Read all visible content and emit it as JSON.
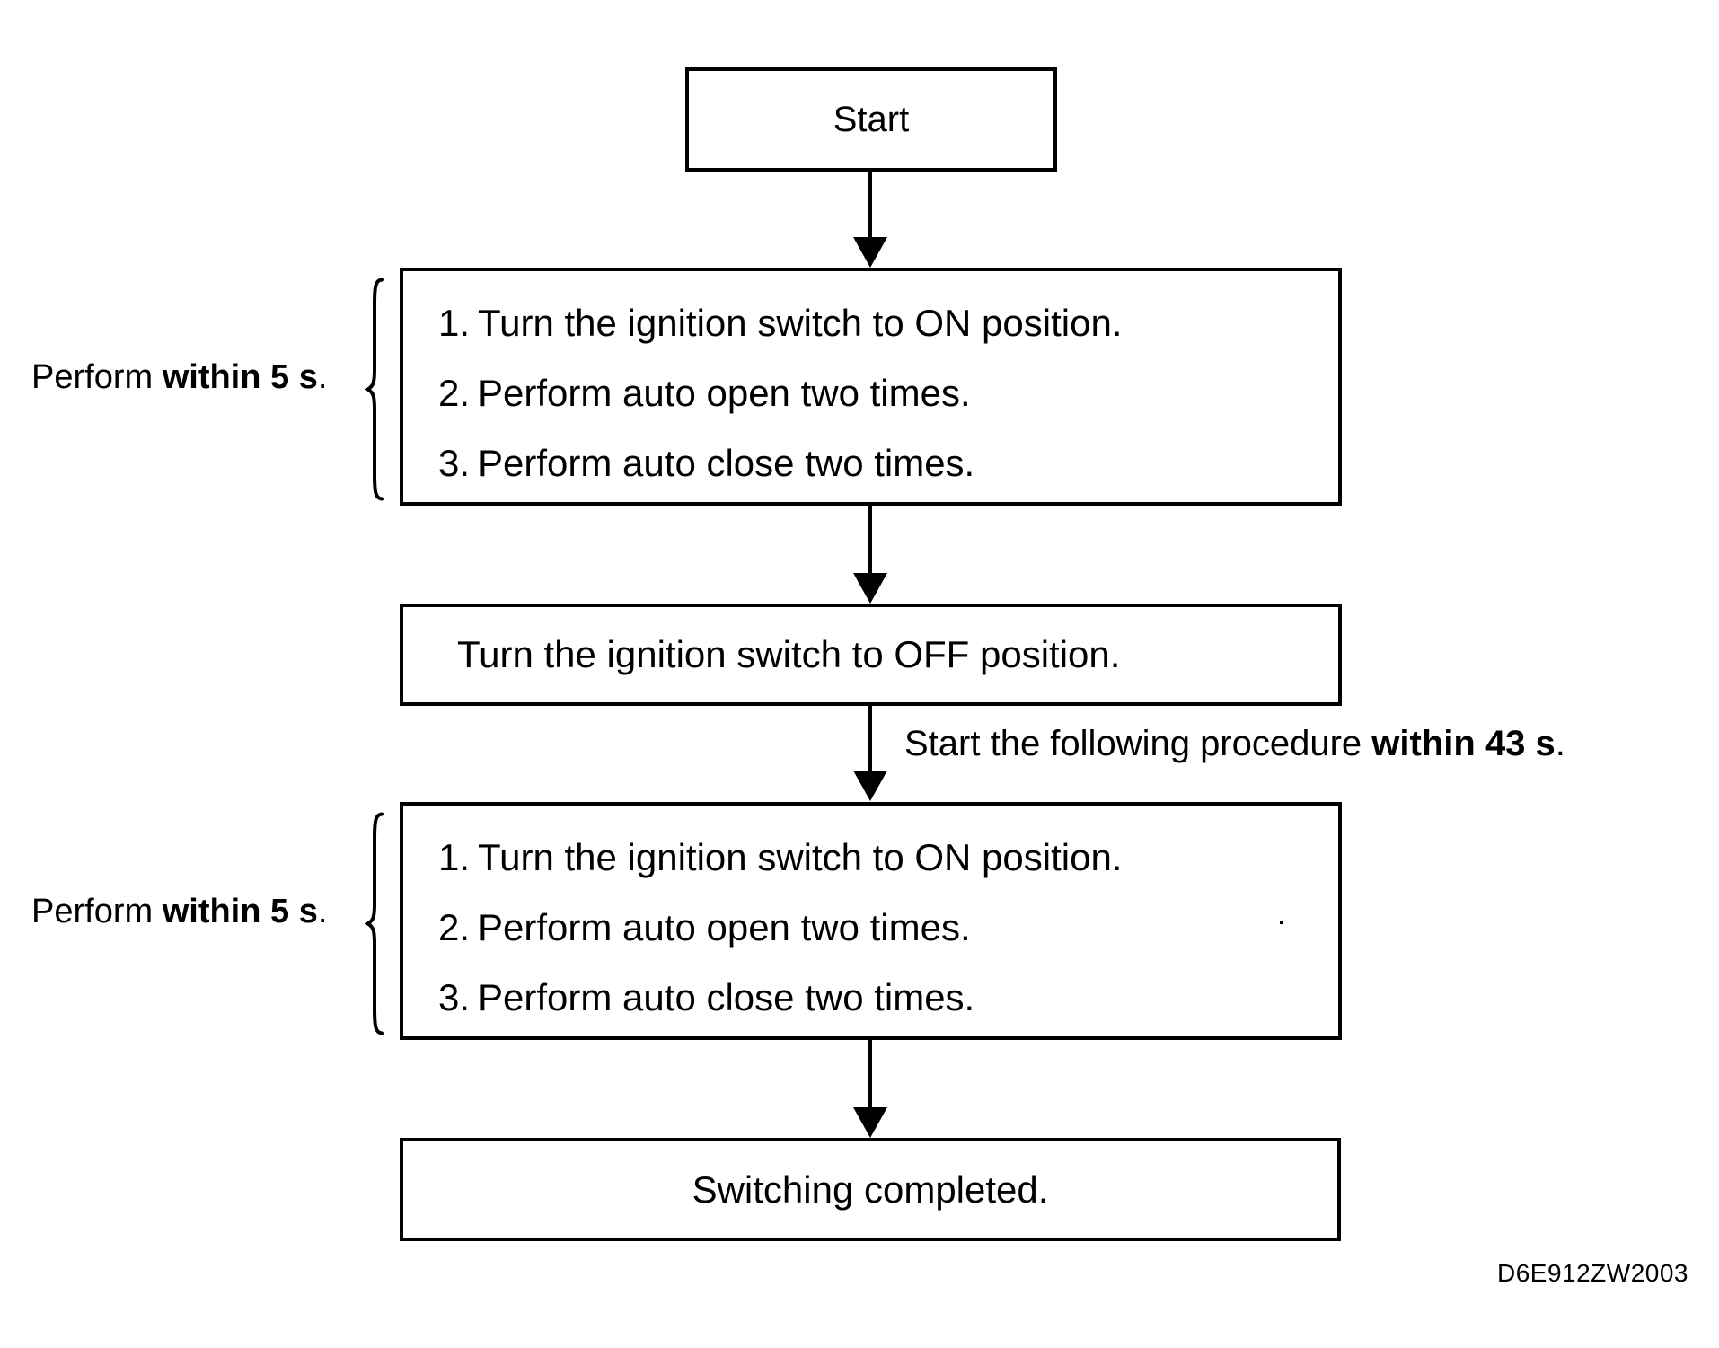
{
  "page": {
    "background_color": "#ffffff",
    "ink_color": "#000000",
    "figure_code": "D6E912ZW2003"
  },
  "flowchart": {
    "start_node": {
      "label": "Start"
    },
    "step_box_1": {
      "items": [
        {
          "num": "1.",
          "text": "Turn the ignition switch to ON position."
        },
        {
          "num": "2.",
          "text": "Perform auto open two times."
        },
        {
          "num": "3.",
          "text": "Perform auto close two times."
        }
      ]
    },
    "perform_label_1": {
      "prefix": "Perform ",
      "bold": "within 5 s",
      "suffix": "."
    },
    "off_node": {
      "label": "Turn the ignition switch to OFF position."
    },
    "between_label": {
      "prefix": "Start the following procedure ",
      "bold": "within 43 s",
      "suffix": "."
    },
    "step_box_2": {
      "items": [
        {
          "num": "1.",
          "text": "Turn the ignition switch to ON position."
        },
        {
          "num": "2.",
          "text": "Perform auto open two times."
        },
        {
          "num": "3.",
          "text": "Perform auto close two times."
        }
      ]
    },
    "perform_label_2": {
      "prefix": "Perform ",
      "bold": "within 5 s",
      "suffix": "."
    },
    "completed_node": {
      "label": "Switching completed."
    }
  }
}
